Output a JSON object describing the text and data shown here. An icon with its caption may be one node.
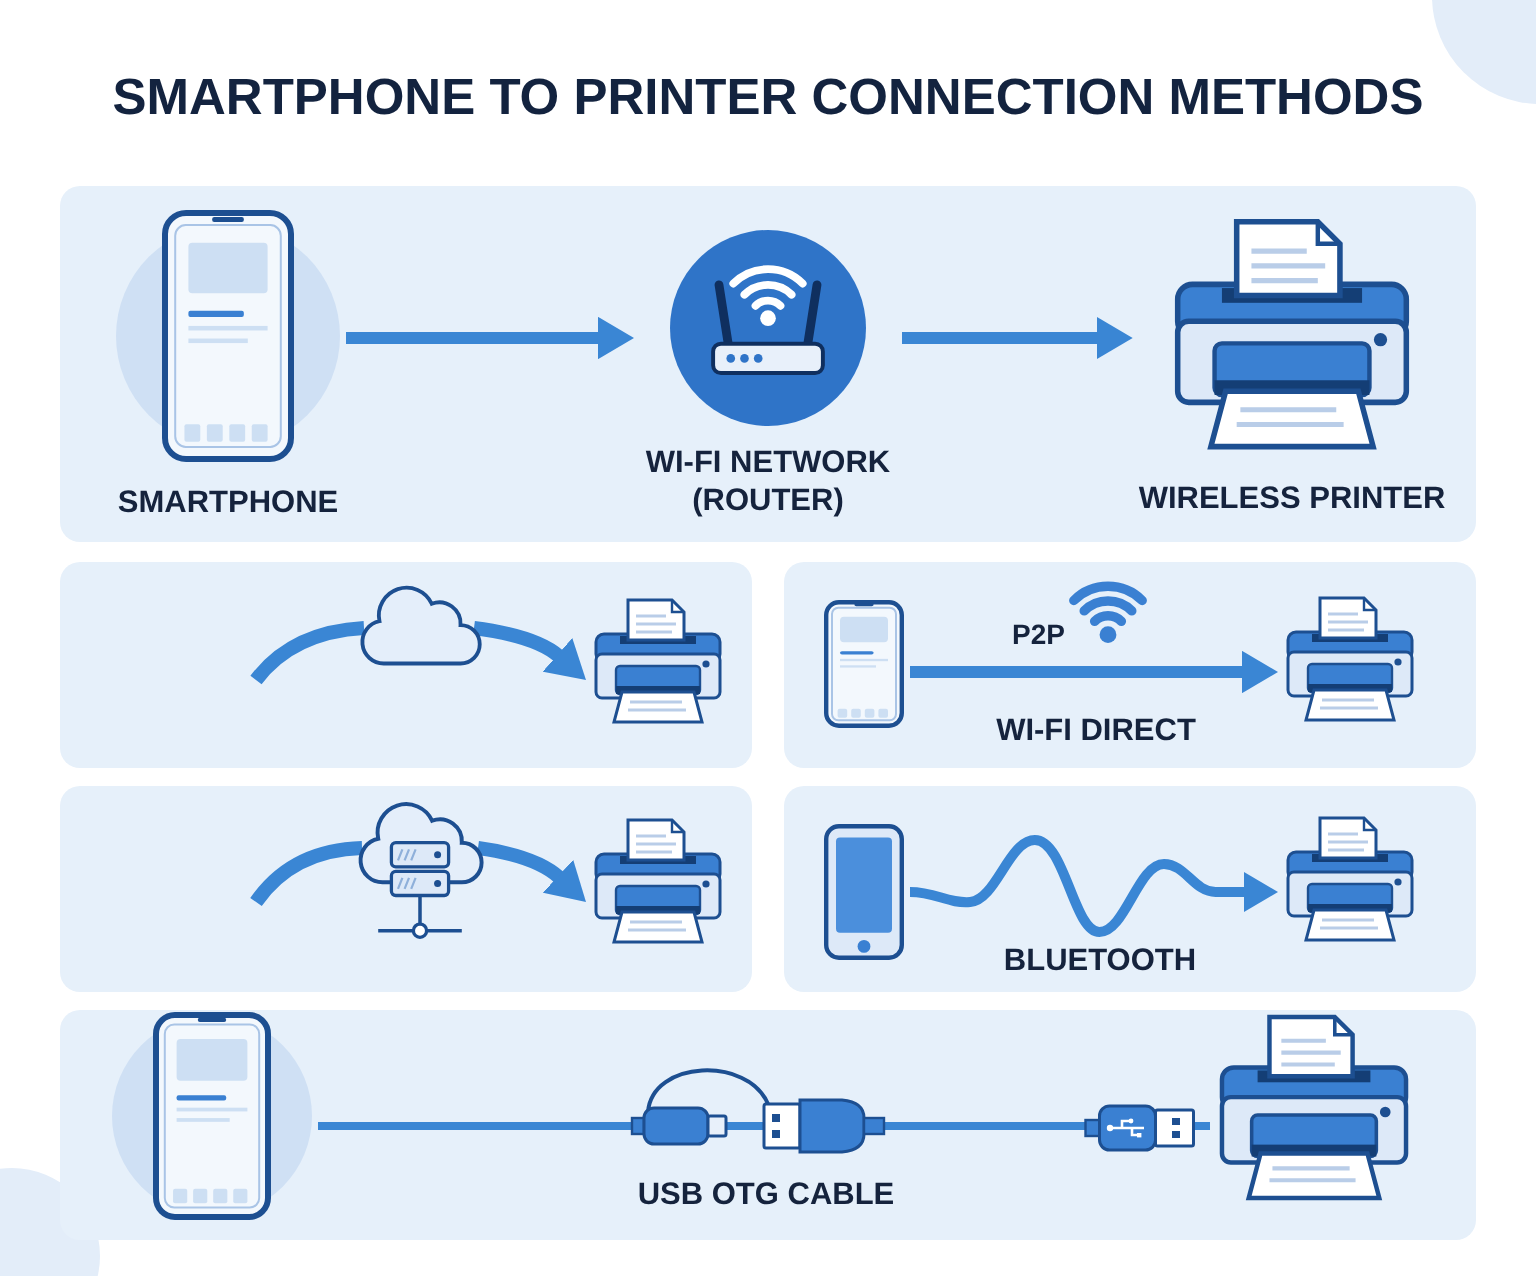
{
  "diagram": {
    "title": "SMARTPHONE TO PRINTER CONNECTION METHODS",
    "nodes": [
      {
        "text": [],
        "shape": "box"
      },
      {
        "text": [
          "SMARTPHONE"
        ],
        "in": 0
      },
      {
        "text": [
          "WI-FI NETWORK (ROUTER)"
        ],
        "in": 0
      },
      {
        "text": [
          "WIRELESS PRINTER"
        ],
        "in": 0
      },
      {
        "text": [],
        "shape": "box"
      },
      {
        "text": [],
        "shape": "cloud",
        "in": 4
      },
      {
        "text": [],
        "shape": "picture",
        "in": 4
      },
      {
        "text": [
          "WI-FI DIRECT"
        ]
      },
      {
        "text": [],
        "shape": "picture",
        "in": 7
      },
      {
        "text": [],
        "shape": "picture",
        "in": 7
      },
      {
        "text": [],
        "shape": "box"
      },
      {
        "text": [],
        "shape": "cloud",
        "in": 10
      },
      {
        "text": [],
        "shape": "picture",
        "in": 10
      },
      {
        "text": [
          "BLUETOOTH"
        ]
      },
      {
        "text": [],
        "shape": "picture",
        "in": 13
      },
      {
        "text": [],
        "shape": "picture",
        "in": 13
      },
      {
        "text": [
          "USB OTG CABLE"
        ]
      },
      {
        "text": [],
        "shape": "picture",
        "in": 16
      },
      {
        "text": [],
        "shape": "picture",
        "in": 16
      }
    ],
    "edges": [
      {
        "from": 1,
        "to": 2,
        "arrow": "to"
      },
      {
        "from": 2,
        "to": 3,
        "arrow": "to"
      },
      {
        "from": null,
        "to": 5,
        "arrow": "none"
      },
      {
        "from": 5,
        "to": 6,
        "arrow": "to"
      },
      {
        "from": 8,
        "to": 9,
        "arrow": "to",
        "label": "P2P"
      },
      {
        "from": null,
        "to": 11,
        "arrow": "none"
      },
      {
        "from": 11,
        "to": 12,
        "arrow": "to"
      },
      {
        "from": 14,
        "to": 15,
        "arrow": "to"
      },
      {
        "from": 17,
        "to": 18,
        "arrow": "none"
      }
    ]
  }
}
